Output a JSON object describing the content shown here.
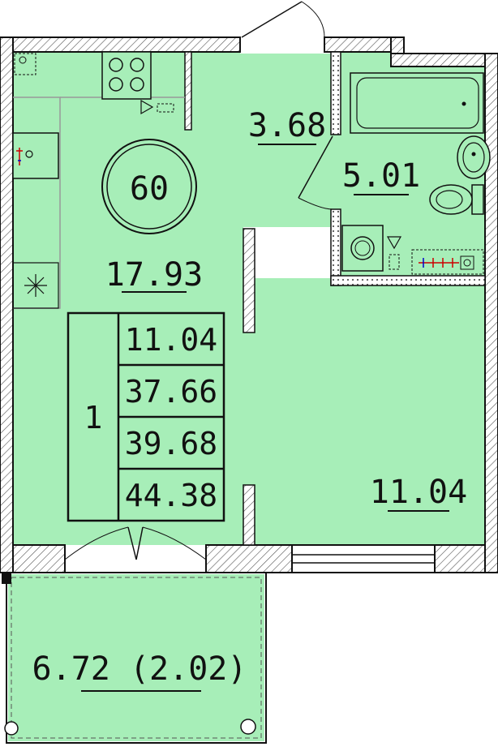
{
  "rooms": {
    "kitchen_living": {
      "area": "17.93"
    },
    "hall": {
      "area": "3.68"
    },
    "bathroom": {
      "area": "5.01"
    },
    "bedroom": {
      "area": "11.04"
    },
    "balcony": {
      "area": "6.72 (2.02)"
    }
  },
  "table_number": "60",
  "info_table": {
    "rooms_count": "1",
    "values": [
      "11.04",
      "37.66",
      "39.68",
      "44.38"
    ]
  },
  "colors": {
    "fill": "#a7eeb8",
    "wall": "#111111",
    "hatch": "#666666",
    "background": "#ffffff"
  }
}
